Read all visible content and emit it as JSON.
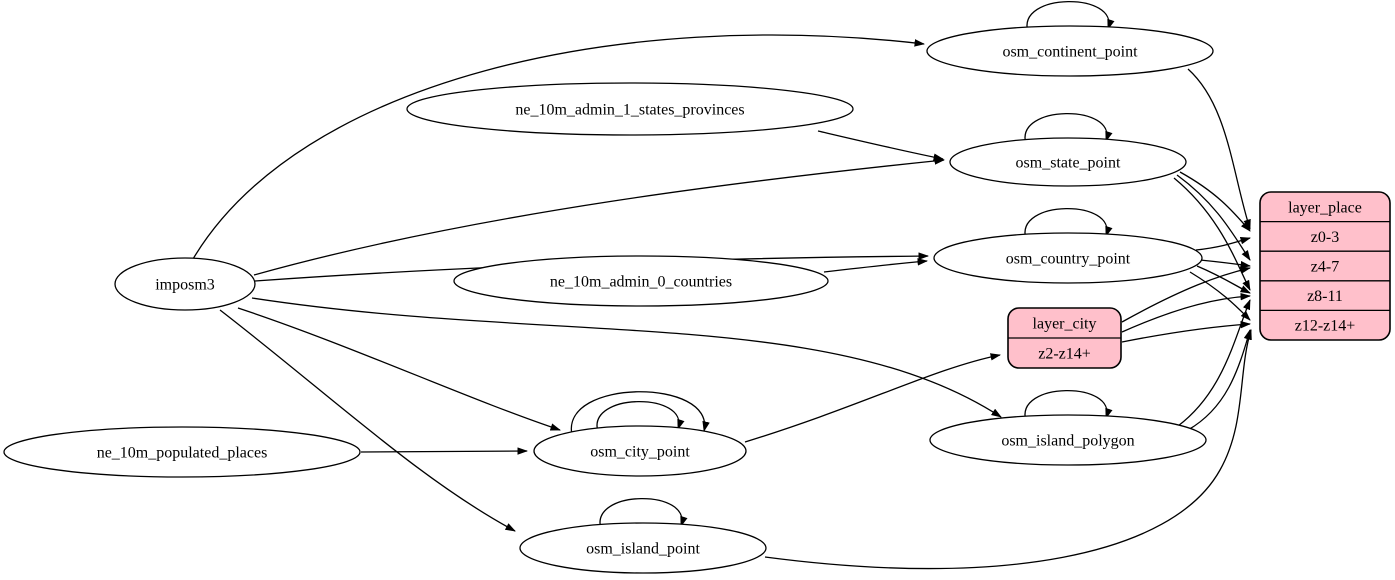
{
  "diagram": {
    "type": "graphviz-etl-flow",
    "background": "#ffffff",
    "colors": {
      "node_fill": "#ffffff",
      "record_fill": "#ffc0cb",
      "stroke": "#000000",
      "text": "#000000"
    },
    "nodes": [
      {
        "id": "imposm3",
        "label": "imposm3",
        "shape": "ellipse"
      },
      {
        "id": "ne_10m_admin_1_states_provinces",
        "label": "ne_10m_admin_1_states_provinces",
        "shape": "ellipse"
      },
      {
        "id": "ne_10m_admin_0_countries",
        "label": "ne_10m_admin_0_countries",
        "shape": "ellipse"
      },
      {
        "id": "ne_10m_populated_places",
        "label": "ne_10m_populated_places",
        "shape": "ellipse"
      },
      {
        "id": "osm_continent_point",
        "label": "osm_continent_point",
        "shape": "ellipse"
      },
      {
        "id": "osm_state_point",
        "label": "osm_state_point",
        "shape": "ellipse"
      },
      {
        "id": "osm_country_point",
        "label": "osm_country_point",
        "shape": "ellipse"
      },
      {
        "id": "osm_city_point",
        "label": "osm_city_point",
        "shape": "ellipse"
      },
      {
        "id": "osm_island_polygon",
        "label": "osm_island_polygon",
        "shape": "ellipse"
      },
      {
        "id": "osm_island_point",
        "label": "osm_island_point",
        "shape": "ellipse"
      }
    ],
    "records": [
      {
        "id": "layer_place",
        "title": "layer_place",
        "rows": [
          "z0-3",
          "z4-7",
          "z8-11",
          "z12-z14+"
        ]
      },
      {
        "id": "layer_city",
        "title": "layer_city",
        "rows": [
          "z2-z14+"
        ]
      }
    ],
    "self_loops": [
      {
        "node": "osm_continent_point",
        "count": 1
      },
      {
        "node": "osm_state_point",
        "count": 1
      },
      {
        "node": "osm_country_point",
        "count": 1
      },
      {
        "node": "osm_city_point",
        "count": 2
      },
      {
        "node": "osm_island_polygon",
        "count": 1
      },
      {
        "node": "osm_island_point",
        "count": 1
      }
    ],
    "edges": [
      {
        "from": "imposm3",
        "to": "osm_continent_point"
      },
      {
        "from": "imposm3",
        "to": "osm_state_point"
      },
      {
        "from": "imposm3",
        "to": "osm_country_point"
      },
      {
        "from": "imposm3",
        "to": "osm_city_point"
      },
      {
        "from": "imposm3",
        "to": "osm_island_polygon"
      },
      {
        "from": "imposm3",
        "to": "osm_island_point"
      },
      {
        "from": "ne_10m_admin_1_states_provinces",
        "to": "osm_state_point"
      },
      {
        "from": "ne_10m_admin_0_countries",
        "to": "osm_country_point"
      },
      {
        "from": "ne_10m_populated_places",
        "to": "osm_city_point"
      },
      {
        "from": "osm_continent_point",
        "to": "layer_place",
        "port": "z0-3"
      },
      {
        "from": "osm_state_point",
        "to": "layer_place",
        "port": "z0-3"
      },
      {
        "from": "osm_state_point",
        "to": "layer_place",
        "port": "z4-7"
      },
      {
        "from": "osm_state_point",
        "to": "layer_place",
        "port": "z8-11"
      },
      {
        "from": "osm_country_point",
        "to": "layer_place",
        "port": "z0-3"
      },
      {
        "from": "osm_country_point",
        "to": "layer_place",
        "port": "z4-7"
      },
      {
        "from": "osm_country_point",
        "to": "layer_place",
        "port": "z8-11"
      },
      {
        "from": "osm_country_point",
        "to": "layer_place",
        "port": "z12-z14+"
      },
      {
        "from": "osm_city_point",
        "to": "layer_city",
        "port": "z2-z14+"
      },
      {
        "from": "layer_city",
        "to": "layer_place",
        "port": "z4-7"
      },
      {
        "from": "layer_city",
        "to": "layer_place",
        "port": "z8-11"
      },
      {
        "from": "layer_city",
        "to": "layer_place",
        "port": "z12-z14+"
      },
      {
        "from": "osm_island_polygon",
        "to": "layer_place",
        "port": "z8-11"
      },
      {
        "from": "osm_island_polygon",
        "to": "layer_place",
        "port": "z12-z14+"
      },
      {
        "from": "osm_island_point",
        "to": "layer_place",
        "port": "z12-z14+"
      }
    ]
  }
}
